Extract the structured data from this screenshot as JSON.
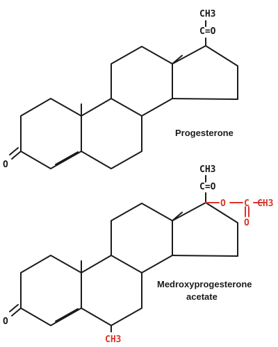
{
  "colors": {
    "ink": "#1a1a1a",
    "highlight": "#d9342b"
  },
  "molecules": [
    {
      "caption_lines": [
        "Progesterone"
      ],
      "labels": {
        "side_ch3": "CH3",
        "side_co": "C=O",
        "ketone_o": "O"
      }
    },
    {
      "caption_lines": [
        "Medroxyprogesterone",
        "acetate"
      ],
      "labels": {
        "side_ch3": "CH3",
        "side_co": "C=O",
        "ketone_o": "O",
        "acetate_o": "O",
        "acetate_c": "C",
        "acetate_ch3": "CH3",
        "acetate_dbl_o": "O",
        "methyl_6": "CH3"
      }
    }
  ]
}
